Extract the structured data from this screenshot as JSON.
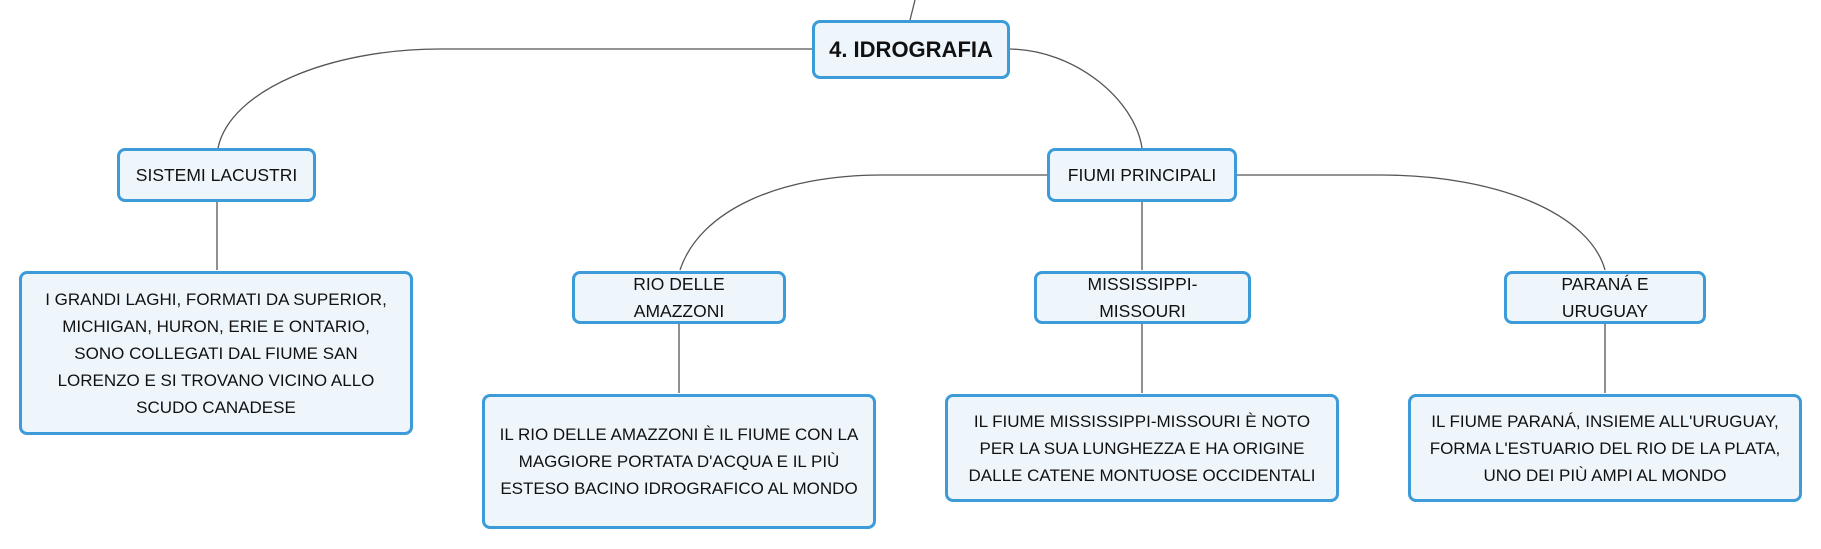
{
  "colors": {
    "node_border": "#3d9bd9",
    "node_fill": "#eef6fc",
    "line": "#555555"
  },
  "root": {
    "label": "4. IDROGRAFIA"
  },
  "lakes": {
    "label": "SISTEMI LACUSTRI",
    "detail": "I GRANDI LAGHI, FORMATI DA SUPERIOR, MICHIGAN, HURON, ERIE E ONTARIO, SONO COLLEGATI DAL FIUME SAN LORENZO E SI TROVANO VICINO ALLO SCUDO CANADESE"
  },
  "rivers": {
    "label": "FIUMI PRINCIPALI",
    "items": [
      {
        "label": "RIO DELLE AMAZZONI",
        "detail": "IL RIO DELLE AMAZZONI È IL FIUME CON LA MAGGIORE PORTATA D'ACQUA E IL PIÙ ESTESO BACINO IDROGRAFICO AL MONDO"
      },
      {
        "label": "MISSISSIPPI-MISSOURI",
        "detail": "IL FIUME MISSISSIPPI-MISSOURI È NOTO PER LA SUA LUNGHEZZA E HA ORIGINE DALLE CATENE MONTUOSE OCCIDENTALI"
      },
      {
        "label": "PARANÁ E URUGUAY",
        "detail": "IL FIUME PARANÁ, INSIEME ALL'URUGUAY, FORMA L'ESTUARIO DEL RIO DE LA PLATA, UNO DEI PIÙ AMPI AL MONDO"
      }
    ]
  }
}
